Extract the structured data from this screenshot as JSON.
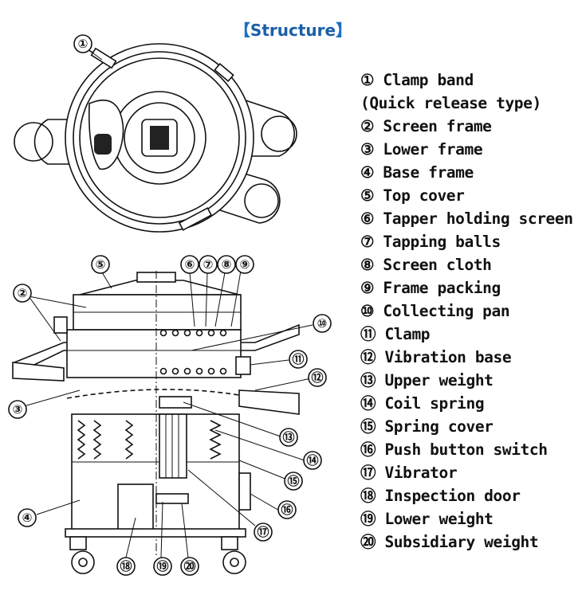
{
  "header": {
    "bracket_open": "【",
    "title": "Structure",
    "bracket_close": "】"
  },
  "legend": [
    "① Clamp band",
    "(Quick release type)",
    "② Screen frame",
    "③ Lower frame",
    "④ Base frame",
    "⑤ Top cover",
    "⑥ Tapper holding screen",
    "⑦ Tapping balls",
    "⑧ Screen cloth",
    "⑨ Frame packing",
    "⑩ Collecting pan",
    "⑪ Clamp",
    "⑫ Vibration base",
    "⑬ Upper weight",
    "⑭ Coil spring",
    "⑮ Spring cover",
    "⑯ Push button switch",
    "⑰ Vibrator",
    "⑱ Inspection door",
    "⑲ Lower weight",
    "⑳ Subsidiary weight"
  ],
  "callouts": {
    "c1": "①",
    "c2": "②",
    "c3": "③",
    "c4": "④",
    "c5": "⑤",
    "c6": "⑥",
    "c7": "⑦",
    "c8": "⑧",
    "c9": "⑨",
    "c10": "⑩",
    "c11": "⑪",
    "c12": "⑫",
    "c13": "⑬",
    "c14": "⑭",
    "c15": "⑮",
    "c16": "⑯",
    "c17": "⑰",
    "c18": "⑱",
    "c19": "⑲",
    "c20": "⑳"
  },
  "colors": {
    "title": "#1a5fa8",
    "line": "#111111",
    "background": "#ffffff"
  }
}
